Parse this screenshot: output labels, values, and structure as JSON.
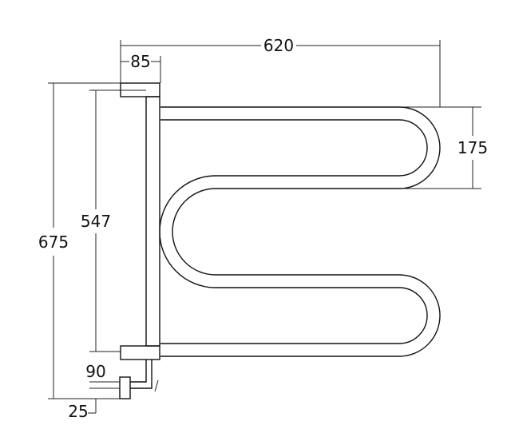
{
  "dimensions": {
    "overall_width": "620",
    "bracket_width": "85",
    "loop_height": "175",
    "overall_height": "675",
    "pipe_spacing": "547",
    "bottom_offset": "90",
    "valve_offset": "25"
  },
  "colors": {
    "line": "#111111",
    "background": "#ffffff"
  }
}
